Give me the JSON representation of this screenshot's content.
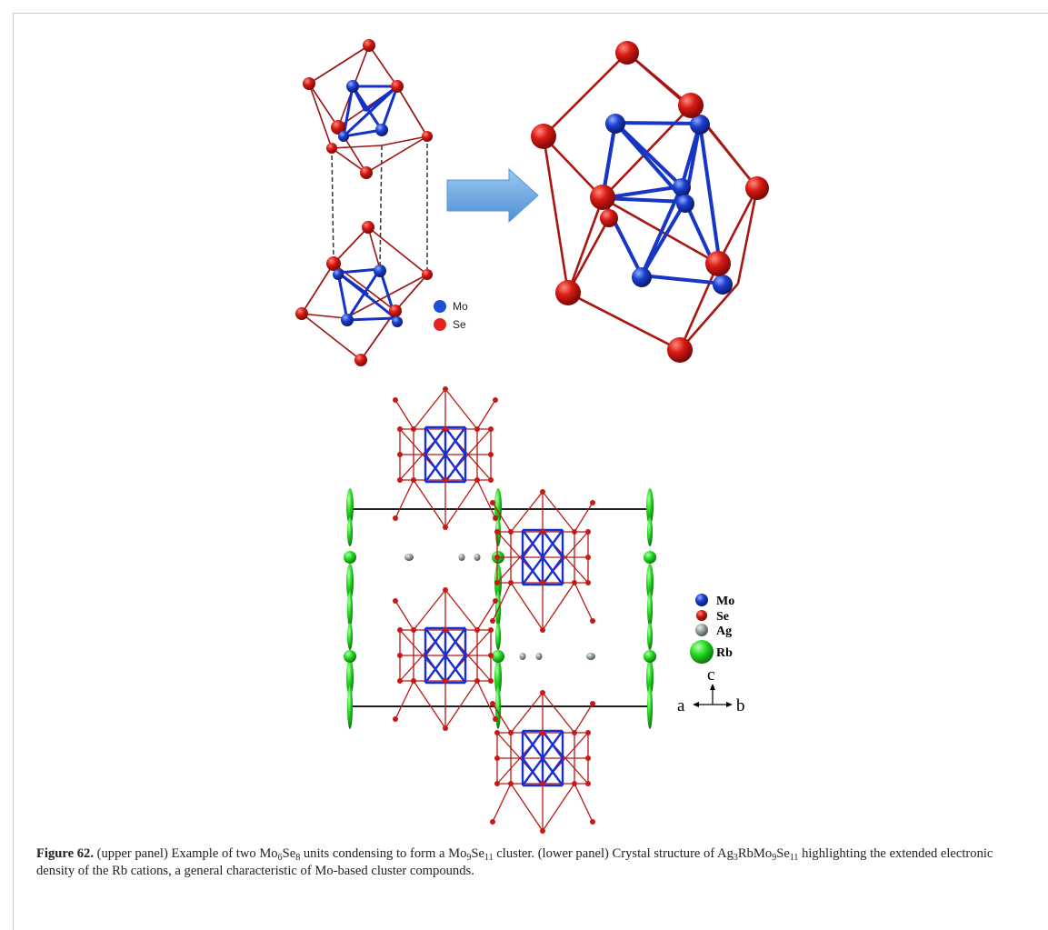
{
  "figure": {
    "upper_legend": [
      {
        "label": "Mo",
        "color": "#1c4fd6"
      },
      {
        "label": "Se",
        "color": "#e8231f"
      }
    ],
    "lower_legend": [
      {
        "label": "Mo",
        "color": "#1428c8"
      },
      {
        "label": "Se",
        "color": "#c81818"
      },
      {
        "label": "Ag",
        "color": "#8e9a98"
      },
      {
        "label": "Rb",
        "color": "#22d81e"
      }
    ],
    "axes": {
      "c": "c",
      "a": "a",
      "b": "b"
    },
    "arrow_color": "#6aa8e0"
  },
  "caption": {
    "label": "Figure 62.",
    "p1": " (upper panel) Example of two Mo",
    "p1_sub1": "6",
    "p1_mid": "Se",
    "p1_sub2": "8",
    "p2": " units condensing to form a Mo",
    "p2_sub1": "9",
    "p2_mid": "Se",
    "p2_sub2": "11",
    "p3": " cluster. (lower panel) Crystal structure of Ag",
    "p3_sub1": "3",
    "p3_mid1": "RbMo",
    "p3_sub2": "9",
    "p3_mid2": "Se",
    "p3_sub3": "11",
    "p4": " highlighting the extended electronic density of the Rb cations, a general characteristic of Mo-based cluster compounds."
  }
}
